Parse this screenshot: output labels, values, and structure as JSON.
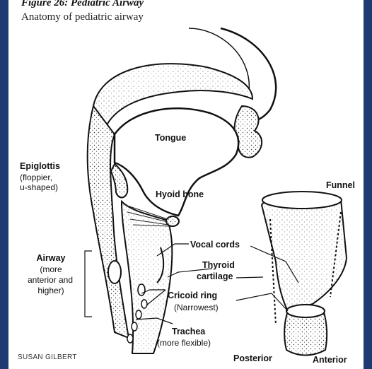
{
  "figure": {
    "title": "Figure 26: Pediatric Airway",
    "subtitle": "Anatomy of pediatric airway"
  },
  "labels": {
    "tongue": "Tongue",
    "epiglottis": "Epiglottis",
    "epiglottis_note_1": "(floppier,",
    "epiglottis_note_2": "u-shaped)",
    "hyoid": "Hyoid bone",
    "funnel": "Funnel",
    "airway": "Airway",
    "airway_note_1": "(more",
    "airway_note_2": "anterior and",
    "airway_note_3": "higher)",
    "vocal_cords": "Vocal cords",
    "thyroid_1": "Thyroid",
    "thyroid_2": "cartilage",
    "cricoid": "Cricoid ring",
    "cricoid_note": "(Narrowest)",
    "trachea": "Trachea",
    "trachea_note": "(more flexible)",
    "posterior": "Posterior",
    "anterior": "Anterior"
  },
  "credit": "SUSAN GILBERT"
}
